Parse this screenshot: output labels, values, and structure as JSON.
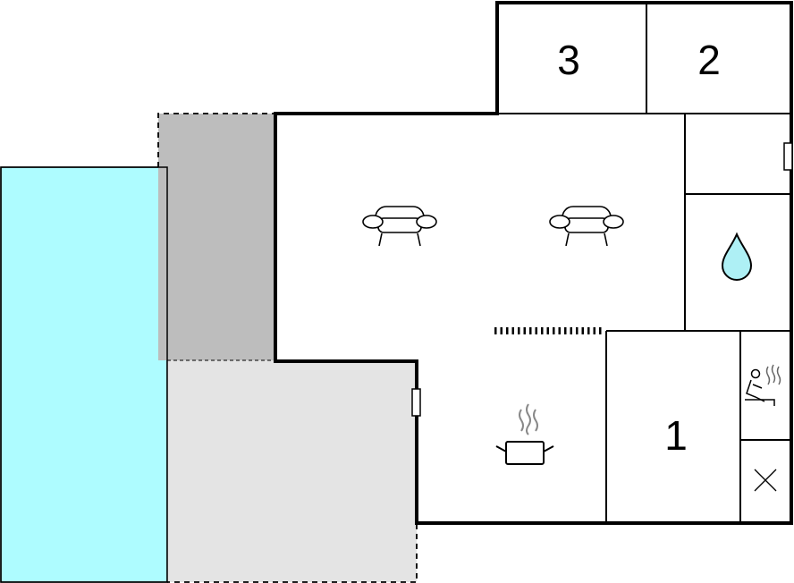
{
  "colors": {
    "pool": "#aefcff",
    "covered_terrace": "#bdbdbd",
    "open_terrace": "#e4e4e4",
    "water_drop": "#aef0f5",
    "wall": "#000000",
    "background": "#ffffff"
  },
  "rooms": {
    "bedroom_3": {
      "label": "3"
    },
    "bedroom_2": {
      "label": "2"
    },
    "bedroom_1": {
      "label": "1"
    }
  },
  "symbols": [
    {
      "room": "living-room",
      "icon": "sofa-icon"
    },
    {
      "room": "living-room",
      "icon": "sofa-icon"
    },
    {
      "room": "kitchen",
      "icon": "cooking-pot-icon"
    },
    {
      "room": "bathroom",
      "icon": "water-drop-icon"
    },
    {
      "room": "sauna",
      "icon": "sauna-icon"
    },
    {
      "room": "toilet",
      "icon": "wc-cross-icon"
    }
  ]
}
